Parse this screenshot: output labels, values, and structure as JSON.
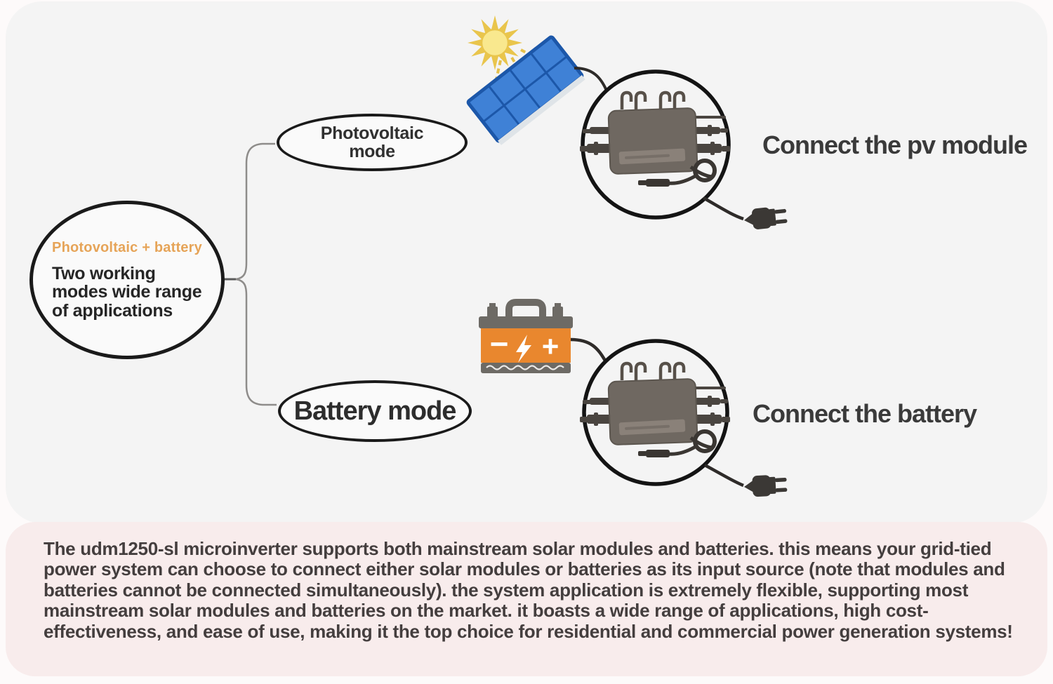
{
  "mindmap": {
    "root": {
      "tag": "Photovoltaic + battery",
      "title": "Two working modes wide range of applications"
    },
    "branches": [
      {
        "label": "Photovoltaic mode",
        "caption": "Connect the pv module"
      },
      {
        "label": "Battery mode",
        "caption": "Connect the battery"
      }
    ]
  },
  "battery_icon": {
    "minus": "−",
    "plus": "+"
  },
  "footer": {
    "paragraph": "The udm1250-sl microinverter supports both mainstream solar modules and batteries. this means your grid-tied power system can choose to connect either solar modules or batteries as its input source (note that modules and batteries cannot be connected simultaneously). the system application is extremely flexible, supporting most mainstream solar modules and batteries on the market. it boasts a wide range of applications, high cost-effectiveness, and ease of use, making it the top choice for residential and commercial power generation systems!"
  },
  "colors": {
    "accent_orange_text": "#e6a458",
    "battery_orange": "#e9872e",
    "panel_blue": "#3f81d6",
    "footer_pink": "#f8ecec",
    "canvas_gray": "#f4f4f4",
    "ink": "#2e2b29"
  },
  "icons": {
    "sun": "sun-icon",
    "solar_panel": "solar-panel-icon",
    "battery": "battery-icon",
    "microinverter": "microinverter-icon",
    "power_plug": "power-plug-icon"
  }
}
